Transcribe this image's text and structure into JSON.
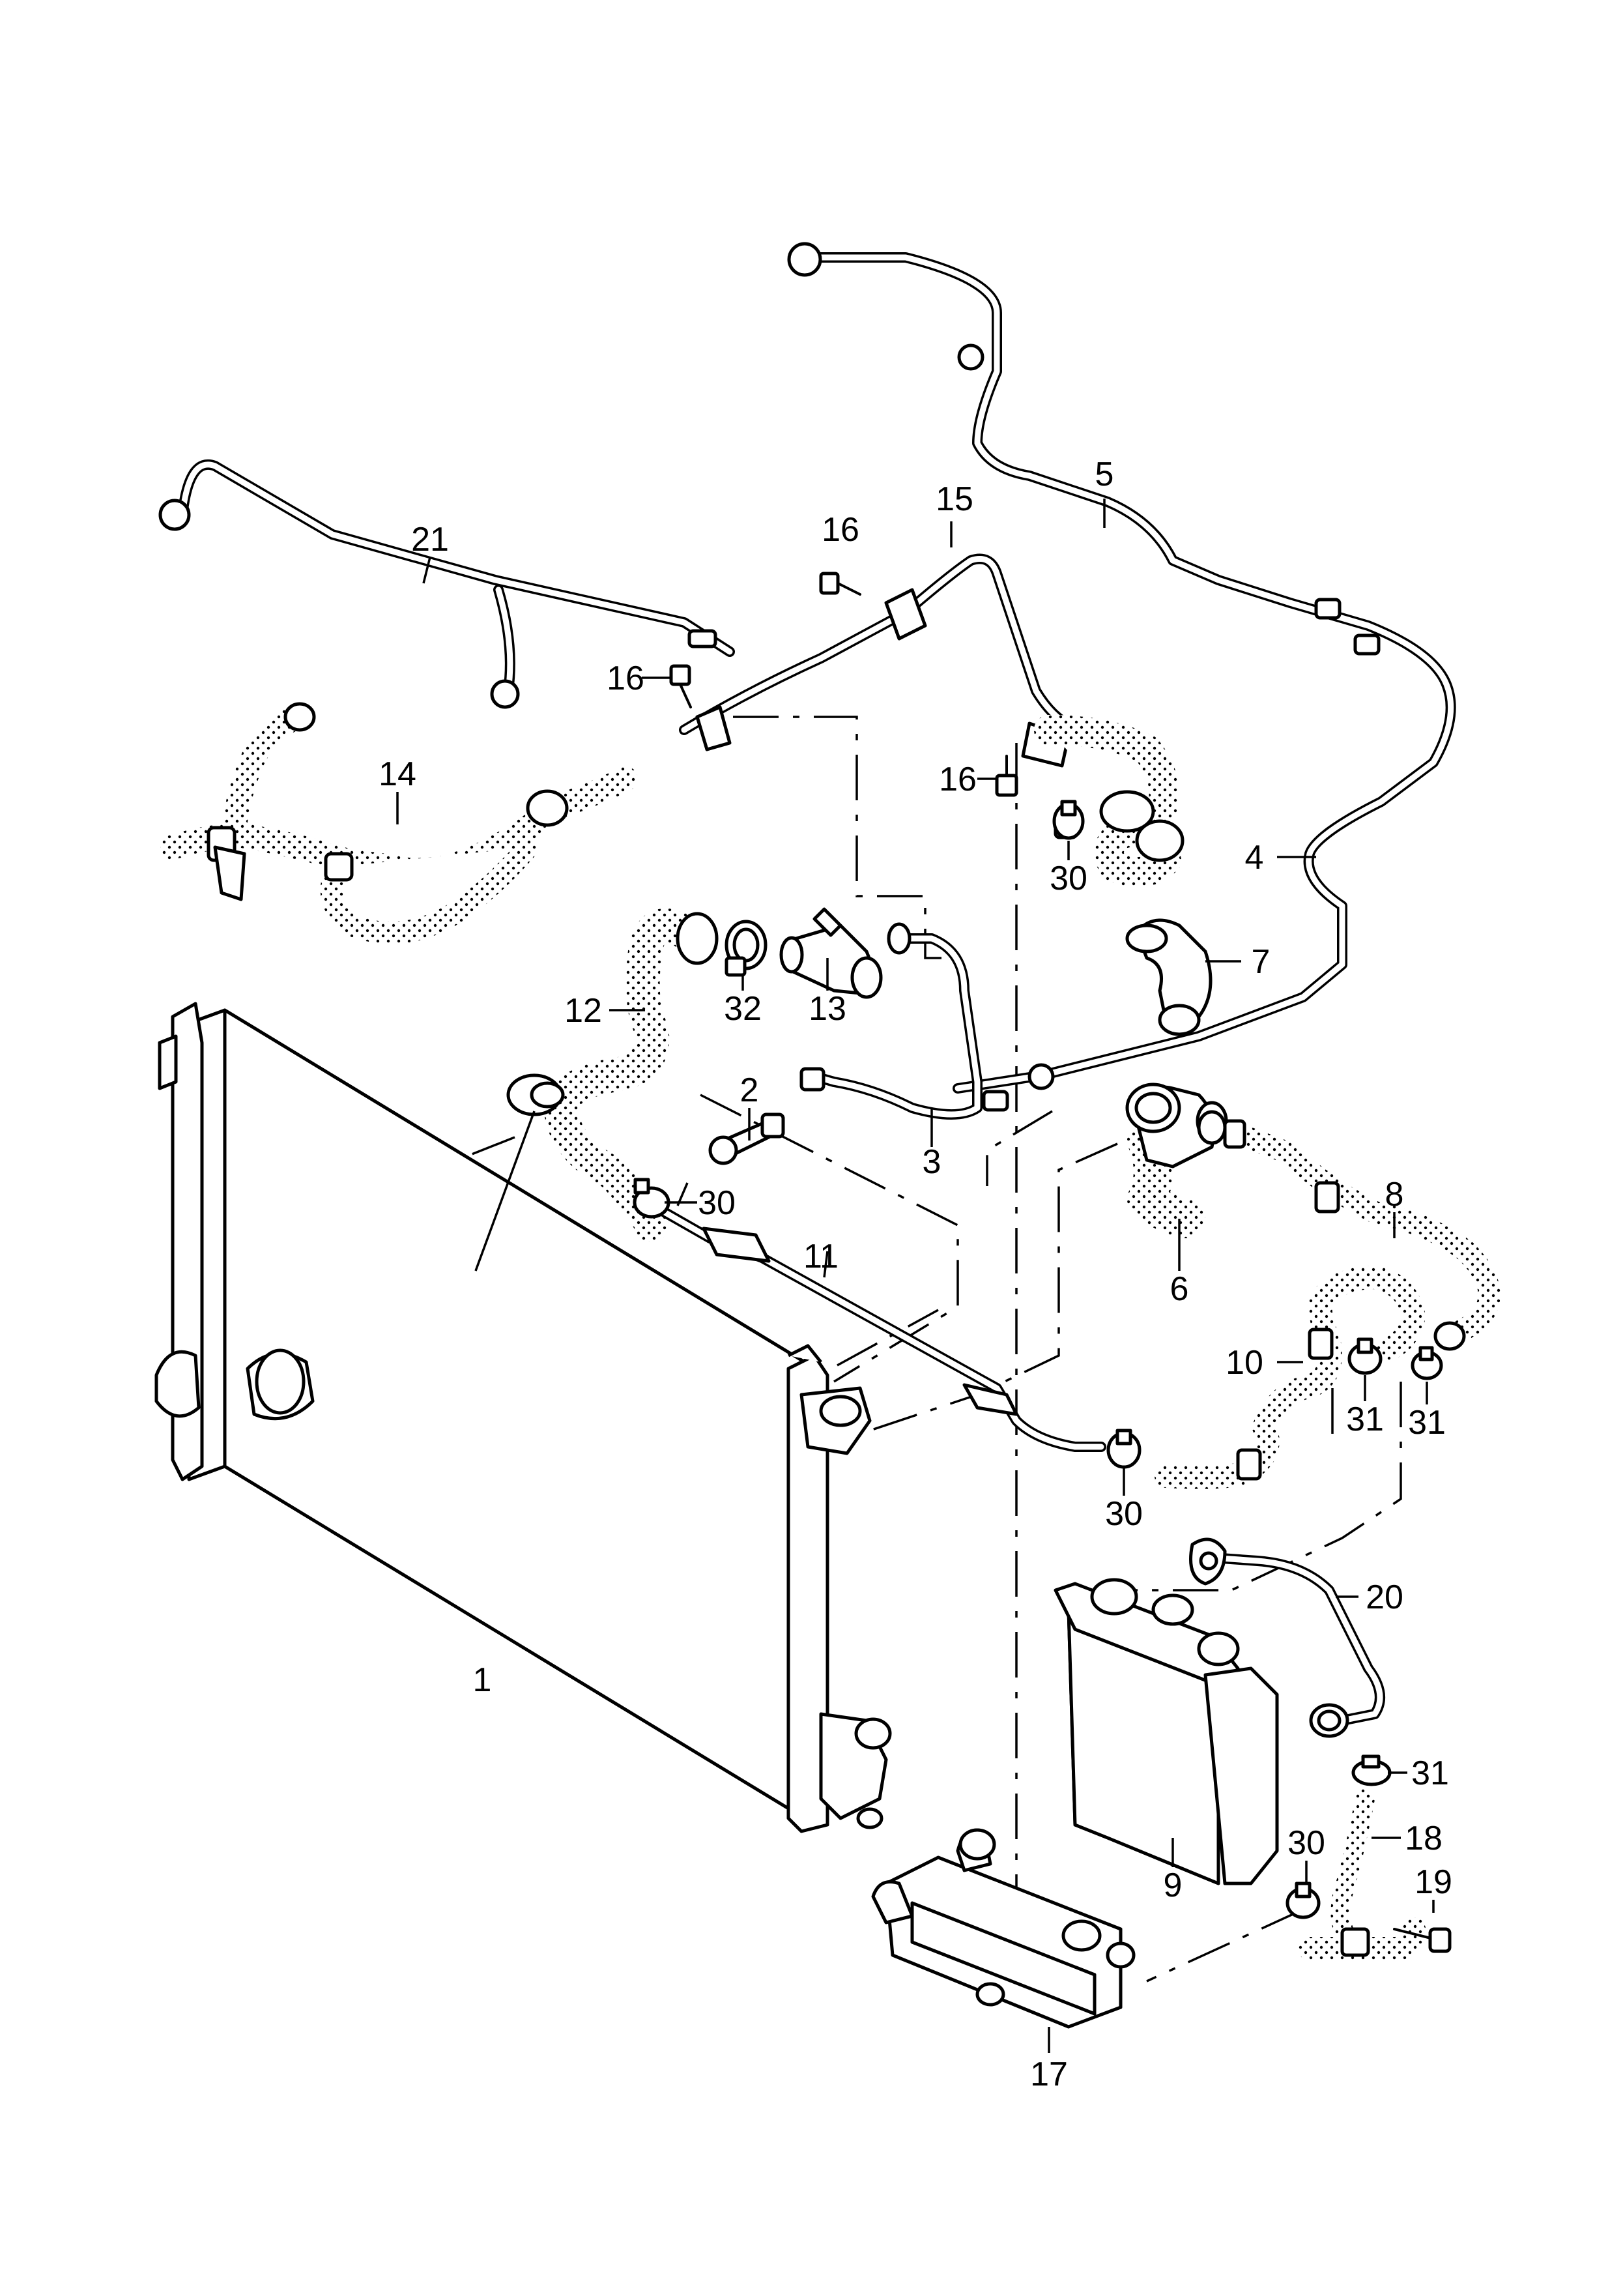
{
  "callouts": {
    "p1": "1",
    "p2": "2",
    "p3": "3",
    "p4": "4",
    "p5": "5",
    "p6": "6",
    "p7": "7",
    "p8": "8",
    "p9": "9",
    "p10": "10",
    "p11": "11",
    "p12": "12",
    "p13": "13",
    "p14": "14",
    "p15": "15",
    "p16a": "16",
    "p16b": "16",
    "p16c": "16",
    "p17": "17",
    "p18": "18",
    "p19": "19",
    "p20": "20",
    "p21": "21",
    "p30a": "30",
    "p30b": "30",
    "p30c": "30",
    "p30d": "30",
    "p31a": "31",
    "p31b": "31",
    "p31c": "31",
    "p32": "32"
  }
}
